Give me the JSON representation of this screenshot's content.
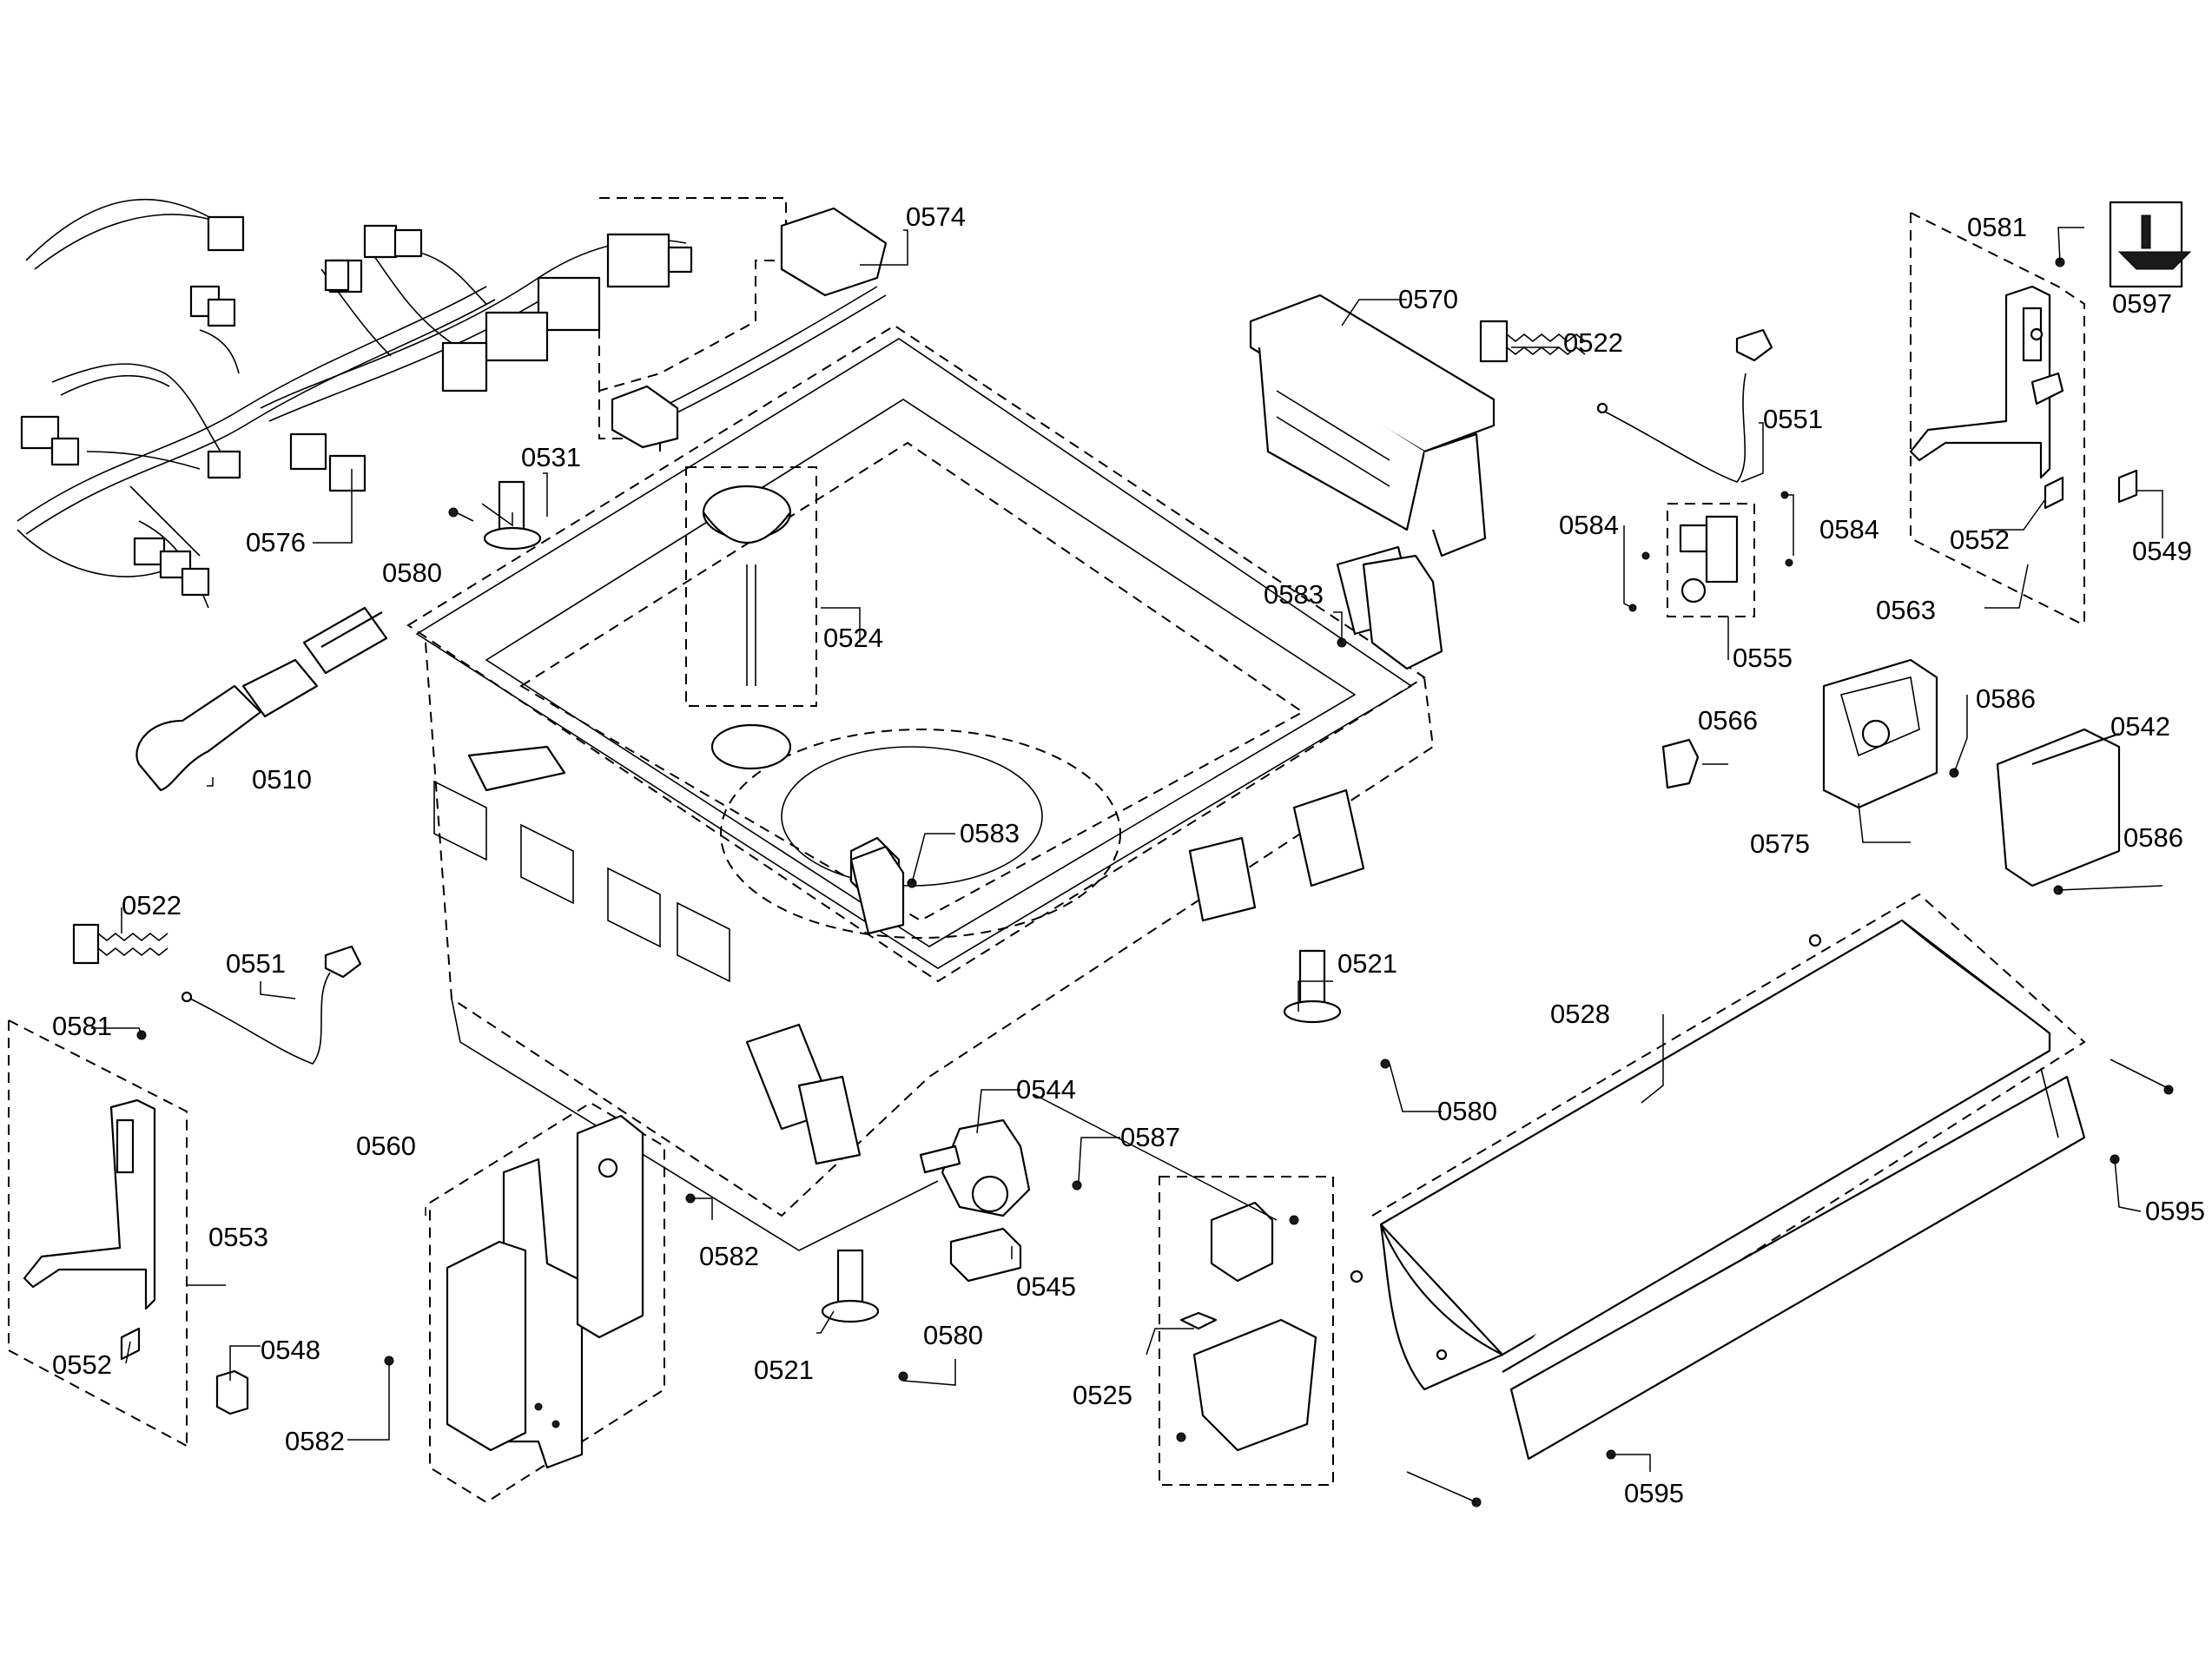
{
  "callouts": [
    {
      "id": "c-0574",
      "label": "0574"
    },
    {
      "id": "c-0576",
      "label": "0576"
    },
    {
      "id": "c-0531",
      "label": "0531"
    },
    {
      "id": "c-0580a",
      "label": "0580"
    },
    {
      "id": "c-0524",
      "label": "0524"
    },
    {
      "id": "c-0510",
      "label": "0510"
    },
    {
      "id": "c-0570",
      "label": "0570"
    },
    {
      "id": "c-0522a",
      "label": "0522"
    },
    {
      "id": "c-0551a",
      "label": "0551"
    },
    {
      "id": "c-0584a",
      "label": "0584"
    },
    {
      "id": "c-0584b",
      "label": "0584"
    },
    {
      "id": "c-0555",
      "label": "0555"
    },
    {
      "id": "c-0583a",
      "label": "0583"
    },
    {
      "id": "c-0581a",
      "label": "0581"
    },
    {
      "id": "c-0597",
      "label": "0597"
    },
    {
      "id": "c-0552a",
      "label": "0552"
    },
    {
      "id": "c-0549",
      "label": "0549"
    },
    {
      "id": "c-0563",
      "label": "0563"
    },
    {
      "id": "c-0566",
      "label": "0566"
    },
    {
      "id": "c-0586a",
      "label": "0586"
    },
    {
      "id": "c-0542",
      "label": "0542"
    },
    {
      "id": "c-0575",
      "label": "0575"
    },
    {
      "id": "c-0586b",
      "label": "0586"
    },
    {
      "id": "c-0583b",
      "label": "0583"
    },
    {
      "id": "c-0522b",
      "label": "0522"
    },
    {
      "id": "c-0551b",
      "label": "0551"
    },
    {
      "id": "c-0521a",
      "label": "0521"
    },
    {
      "id": "c-0528",
      "label": "0528"
    },
    {
      "id": "c-0581b",
      "label": "0581"
    },
    {
      "id": "c-0580b",
      "label": "0580"
    },
    {
      "id": "c-0544",
      "label": "0544"
    },
    {
      "id": "c-0587",
      "label": "0587"
    },
    {
      "id": "c-0560",
      "label": "0560"
    },
    {
      "id": "c-0553",
      "label": "0553"
    },
    {
      "id": "c-0582a",
      "label": "0582"
    },
    {
      "id": "c-0545",
      "label": "0545"
    },
    {
      "id": "c-0595a",
      "label": "0595"
    },
    {
      "id": "c-0552b",
      "label": "0552"
    },
    {
      "id": "c-0548",
      "label": "0548"
    },
    {
      "id": "c-0521b",
      "label": "0521"
    },
    {
      "id": "c-0580c",
      "label": "0580"
    },
    {
      "id": "c-0525",
      "label": "0525"
    },
    {
      "id": "c-0582b",
      "label": "0582"
    },
    {
      "id": "c-0595b",
      "label": "0595"
    }
  ]
}
